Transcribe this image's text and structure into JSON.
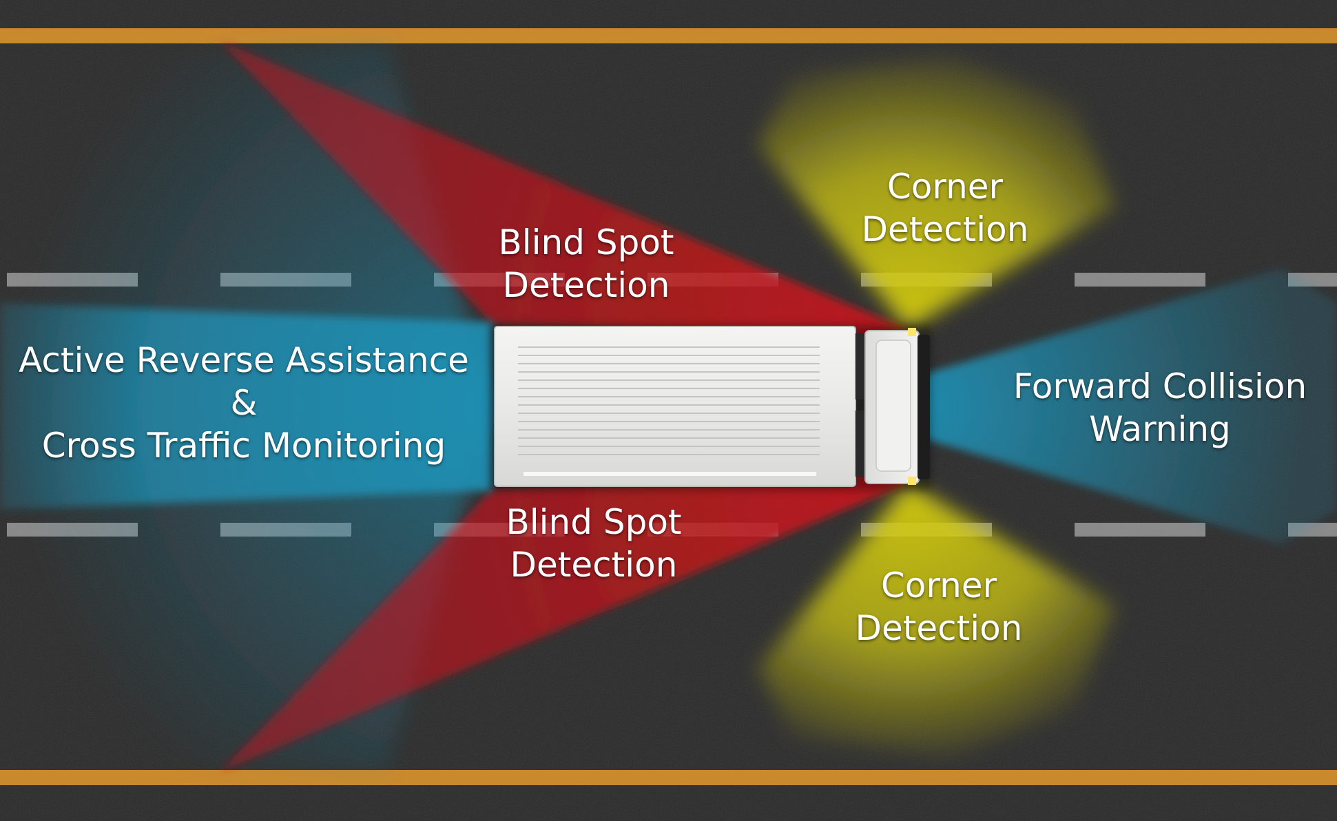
{
  "colors": {
    "road": "#262626",
    "lane_edge": "#c98a2e",
    "lane_dash": "#9a9a9a",
    "blind_spot": "#c0161c",
    "corner": "#d4cc10",
    "forward": "#1f8fb3",
    "reverse": "#1f8fb3",
    "truck_body": "#e8e8e6",
    "label_text": "#ffffff"
  },
  "labels": {
    "reverse": {
      "line1": "Active Reverse Assistance",
      "line2": "&",
      "line3": "Cross Traffic Monitoring"
    },
    "blind_spot_top": {
      "line1": "Blind Spot",
      "line2": "Detection"
    },
    "blind_spot_bottom": {
      "line1": "Blind Spot",
      "line2": "Detection"
    },
    "corner_top": {
      "line1": "Corner",
      "line2": "Detection"
    },
    "corner_bottom": {
      "line1": "Corner",
      "line2": "Detection"
    },
    "forward": {
      "line1": "Forward Collision",
      "line2": "Warning"
    }
  }
}
